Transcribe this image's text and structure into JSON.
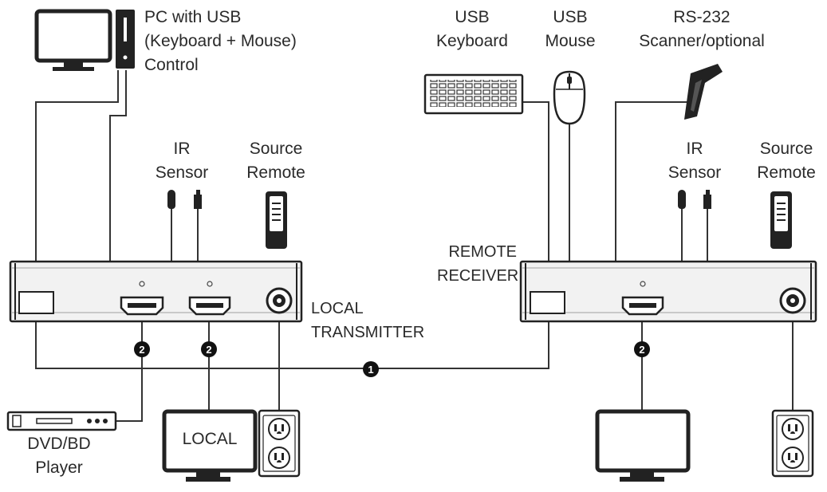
{
  "labels": {
    "pc": [
      "PC with USB",
      "(Keyboard + Mouse)",
      "Control"
    ],
    "usb_keyboard": [
      "USB",
      "Keyboard"
    ],
    "usb_mouse": [
      "USB",
      "Mouse"
    ],
    "rs232": [
      "RS-232",
      "Scanner/optional"
    ],
    "ir_sensor_local": [
      "IR",
      "Sensor"
    ],
    "source_remote_local": [
      "Source",
      "Remote"
    ],
    "ir_sensor_remote": [
      "IR",
      "Sensor"
    ],
    "source_remote_remote": [
      "Source",
      "Remote"
    ],
    "remote_receiver": [
      "REMOTE",
      "RECEIVER"
    ],
    "local_transmitter": [
      "LOCAL",
      "TRANSMITTER"
    ],
    "dvd_player": [
      "DVD/BD",
      "Player"
    ],
    "local_monitor": "LOCAL"
  },
  "callouts": {
    "link": "1",
    "hdmi": "2"
  },
  "colors": {
    "line": "#333333",
    "device_fill": "#f2f2f2",
    "device_stroke": "#222222",
    "callout_fill": "#111111",
    "callout_text": "#ffffff"
  }
}
